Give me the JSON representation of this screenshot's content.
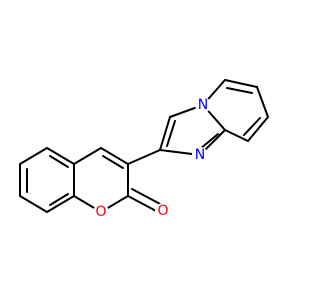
{
  "molecule": {
    "colors": {
      "bond": "#000000",
      "nitrogen": "#0000ff",
      "oxygen": "#ff0000",
      "background": "#ffffff"
    },
    "atom_labels": {
      "n_bridge": "N",
      "n_ring": "N",
      "o_ring": "O",
      "o_carbonyl": "O"
    }
  }
}
